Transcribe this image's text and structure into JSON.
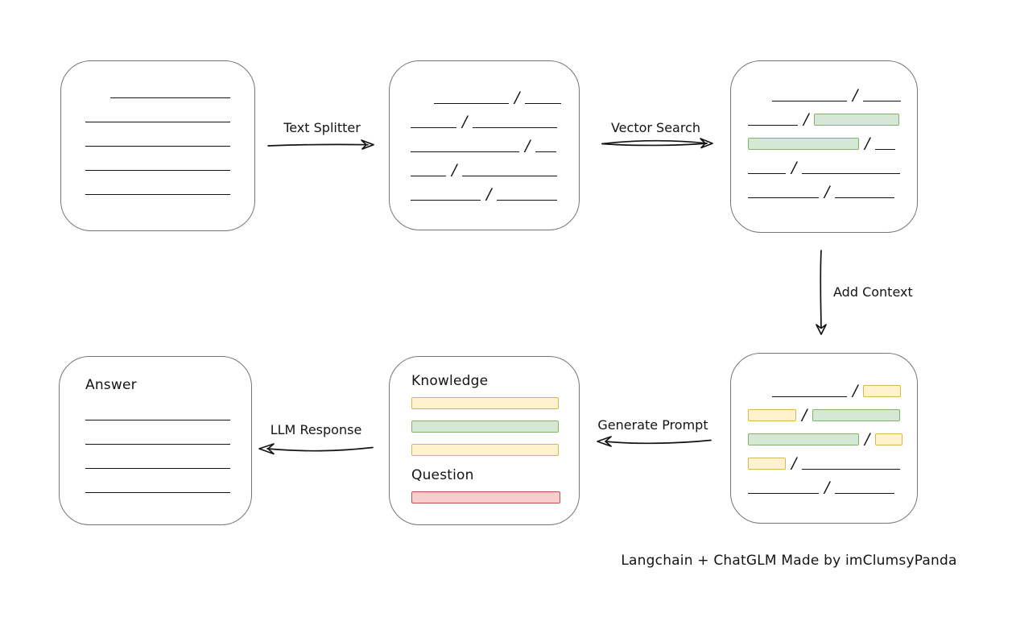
{
  "caption": "Langchain + ChatGLM Made by imClumsyPanda",
  "colors": {
    "line": "#141414",
    "box_border": "#767676",
    "green_fill": "#d5e8d4",
    "green_border": "#82b366",
    "yellow_fill": "#fff2cc",
    "yellow_border": "#d6b656",
    "red_fill": "#f8cecc",
    "red_border": "#b85450"
  },
  "arrows": {
    "text_splitter": {
      "label": "Text Splitter"
    },
    "vector_search": {
      "label": "Vector Search"
    },
    "add_context": {
      "label": "Add Context"
    },
    "generate_prompt": {
      "label": "Generate Prompt"
    },
    "llm_response": {
      "label": "LLM Response"
    }
  },
  "boxes": {
    "document": {
      "lines": [
        [
          61,
          149
        ],
        [
          30,
          180
        ],
        [
          30,
          180
        ],
        [
          30,
          180
        ],
        [
          30,
          180
        ]
      ]
    },
    "chunks": {
      "rows": [
        {
          "indent": 55,
          "segs": [
            [
              "line",
              93
            ],
            [
              "line",
              45
            ]
          ]
        },
        {
          "indent": 26,
          "segs": [
            [
              "line",
              57
            ],
            [
              "line",
              105
            ]
          ]
        },
        {
          "indent": 26,
          "segs": [
            [
              "line",
              135
            ],
            [
              "line",
              26
            ]
          ]
        },
        {
          "indent": 26,
          "segs": [
            [
              "line",
              44
            ],
            [
              "line",
              118
            ]
          ]
        },
        {
          "indent": 26,
          "segs": [
            [
              "line",
              87
            ],
            [
              "line",
              75
            ]
          ]
        }
      ]
    },
    "matched_chunks": {
      "rows": [
        {
          "indent": 51,
          "segs": [
            [
              "line",
              93
            ],
            [
              "line",
              47
            ]
          ]
        },
        {
          "indent": 21,
          "segs": [
            [
              "line",
              62
            ],
            [
              "green",
              106
            ]
          ]
        },
        {
          "indent": 21,
          "segs": [
            [
              "green",
              138
            ],
            [
              "line",
              25
            ]
          ]
        },
        {
          "indent": 21,
          "segs": [
            [
              "line",
              47
            ],
            [
              "line",
              122
            ]
          ]
        },
        {
          "indent": 21,
          "segs": [
            [
              "line",
              88
            ],
            [
              "line",
              74
            ]
          ]
        }
      ]
    },
    "context_chunks": {
      "rows": [
        {
          "indent": 51,
          "segs": [
            [
              "line",
              93
            ],
            [
              "yellow",
              47
            ]
          ]
        },
        {
          "indent": 21,
          "segs": [
            [
              "yellow",
              60
            ],
            [
              "green",
              109
            ]
          ]
        },
        {
          "indent": 21,
          "segs": [
            [
              "green",
              138
            ],
            [
              "yellow",
              34
            ]
          ]
        },
        {
          "indent": 21,
          "segs": [
            [
              "yellow",
              47
            ],
            [
              "line",
              122
            ]
          ]
        },
        {
          "indent": 21,
          "segs": [
            [
              "line",
              88
            ],
            [
              "line",
              74
            ]
          ]
        }
      ]
    },
    "prompt": {
      "knowledge_label": "Knowledge",
      "question_label": "Question",
      "knowledge_bars": [
        [
          "yellow",
          183
        ],
        [
          "green",
          183
        ],
        [
          "yellow",
          183
        ]
      ],
      "question_bars": [
        [
          "red",
          185
        ]
      ]
    },
    "answer": {
      "label": "Answer",
      "lines": [
        [
          32,
          180
        ],
        [
          32,
          180
        ],
        [
          32,
          180
        ],
        [
          32,
          180
        ]
      ]
    }
  }
}
